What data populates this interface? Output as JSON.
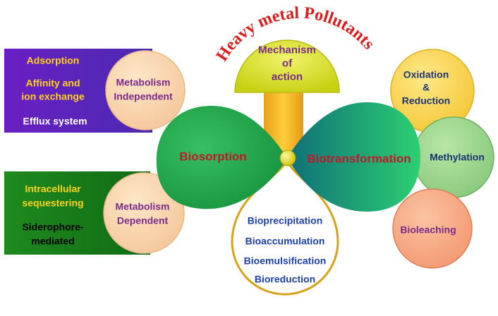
{
  "title": "Heavy metal Pollutants",
  "mechanism": {
    "line1": "Mechanism",
    "line2": "of",
    "line3": "action"
  },
  "biosorption": "Biosorption",
  "biotransformation": "Biotransformation",
  "independent": {
    "circle_line1": "Metabolism",
    "circle_line2": "Independent",
    "items": [
      "Adsorption",
      "Affinity and",
      "ion exchange",
      "Efflux system"
    ]
  },
  "dependent": {
    "circle_line1": "Metabolism",
    "circle_line2": "Dependent",
    "items": [
      "Intracellular",
      "sequestering",
      "Siderophore-",
      "mediated"
    ]
  },
  "bottom_items": [
    "Bioprecipitation",
    "Bioaccumulation",
    "Bioemulsification",
    "Bioreduction"
  ],
  "right_circles": {
    "oxidation": {
      "line1": "Oxidation",
      "line2": "&",
      "line3": "Reduction"
    },
    "methylation": "Methylation",
    "bioleaching": "Bioleaching"
  },
  "colors": {
    "title_red": "#d81e1e",
    "purple_box": "#6a1fc4",
    "green_box": "#1f8a1e",
    "yellow_dome": "#d8df1a",
    "petal_green": "#1f9f47",
    "petal_teal": "#15817a",
    "text_yellow": "#ffd21a",
    "text_purple": "#7b2a8a",
    "text_blue": "#1c3fa8"
  }
}
